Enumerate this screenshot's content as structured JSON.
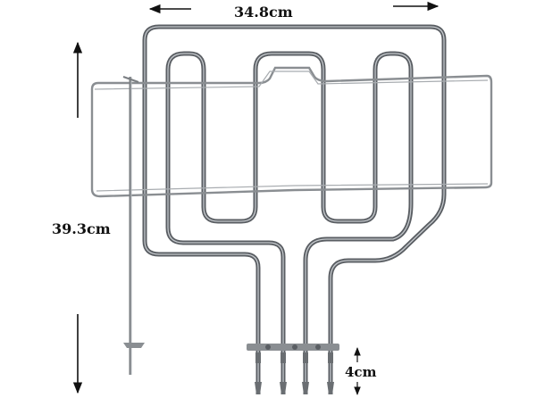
{
  "image": {
    "subject": "oven grill heating element",
    "colors": {
      "element": "#5a5e63",
      "element_highlight": "#c4c8cc",
      "frame": "#8a8e92",
      "background": "#ffffff",
      "arrow": "#111111"
    }
  },
  "dimensions": {
    "width": "34.8cm",
    "height": "39.3cm",
    "terminal_length": "4cm"
  }
}
